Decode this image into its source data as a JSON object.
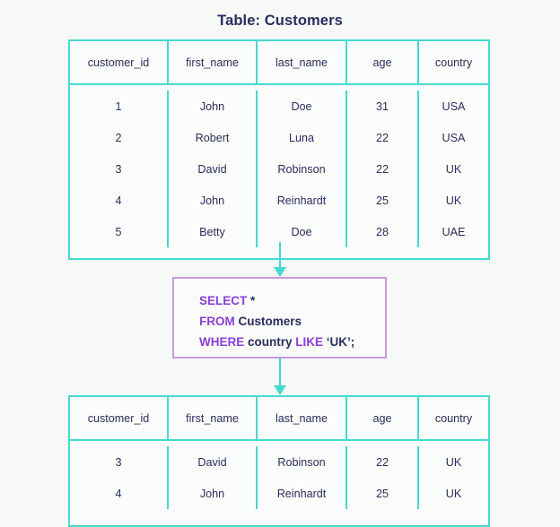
{
  "title": "Table: Customers",
  "colors": {
    "background": "#f7f8f8",
    "table_border": "#45d9d0",
    "query_border": "#c89ae0",
    "keyword": "#8b3fd9",
    "text": "#2b2d5c"
  },
  "source_table": {
    "name": "Customers",
    "columns": [
      "customer_id",
      "first_name",
      "last_name",
      "age",
      "country"
    ],
    "rows": [
      [
        "1",
        "John",
        "Doe",
        "31",
        "USA"
      ],
      [
        "2",
        "Robert",
        "Luna",
        "22",
        "USA"
      ],
      [
        "3",
        "David",
        "Robinson",
        "22",
        "UK"
      ],
      [
        "4",
        "John",
        "Reinhardt",
        "25",
        "UK"
      ],
      [
        "5",
        "Betty",
        "Doe",
        "28",
        "UAE"
      ]
    ]
  },
  "query": {
    "lines": [
      {
        "keyword": "SELECT",
        "rest": " *"
      },
      {
        "keyword": "FROM",
        "rest": " Customers"
      },
      {
        "keyword": "WHERE",
        "rest": " country ",
        "keyword2": "LIKE",
        "rest2": " ‘UK’;"
      }
    ],
    "full_text": "SELECT *\nFROM Customers\nWHERE country LIKE ‘UK’;"
  },
  "result_table": {
    "columns": [
      "customer_id",
      "first_name",
      "last_name",
      "age",
      "country"
    ],
    "rows": [
      [
        "3",
        "David",
        "Robinson",
        "22",
        "UK"
      ],
      [
        "4",
        "John",
        "Reinhardt",
        "25",
        "UK"
      ]
    ]
  }
}
